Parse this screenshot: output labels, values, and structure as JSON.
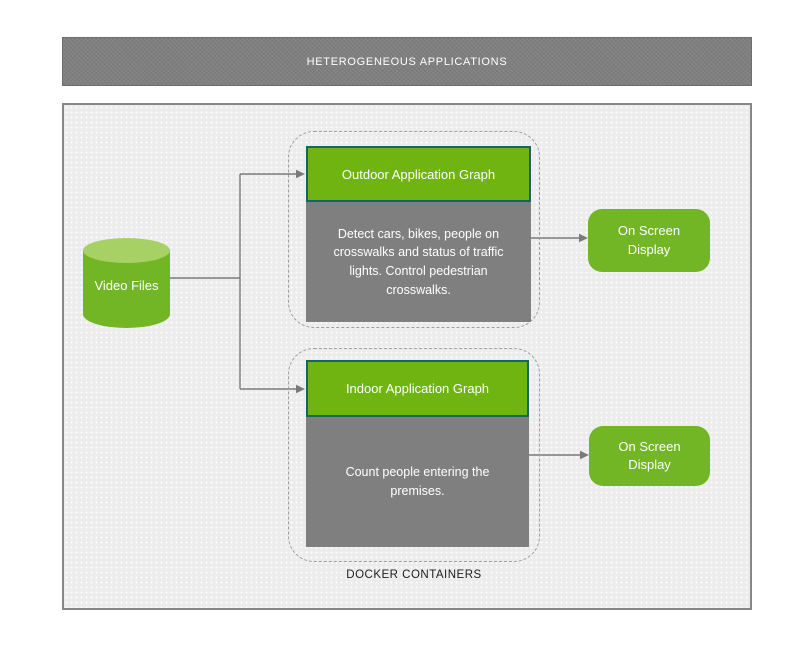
{
  "header": {
    "title": "HETEROGENEOUS APPLICATIONS"
  },
  "diagram": {
    "video_files": {
      "label": "Video Files"
    },
    "outdoor": {
      "title": "Outdoor Application Graph",
      "description": "Detect cars, bikes, people on crosswalks and status of traffic lights. Control pedestrian crosswalks."
    },
    "indoor": {
      "title": "Indoor Application Graph",
      "description": "Count people entering the premises."
    },
    "outputs": {
      "osd1_label": "On Screen Display",
      "osd2_label": "On Screen Display"
    },
    "docker_group_label": "DOCKER CONTAINERS"
  },
  "colors": {
    "green": "#72b626",
    "green_light_top": "#a7d165",
    "header_green": "#6fb411",
    "teal_border": "#156565",
    "gray_body": "#7f7f7f",
    "title_bar_gray": "#7f7f7f",
    "panel_bg": "#ececec",
    "connector_gray": "#7a7a7a",
    "dashed_outline": "#9e9e9e"
  }
}
